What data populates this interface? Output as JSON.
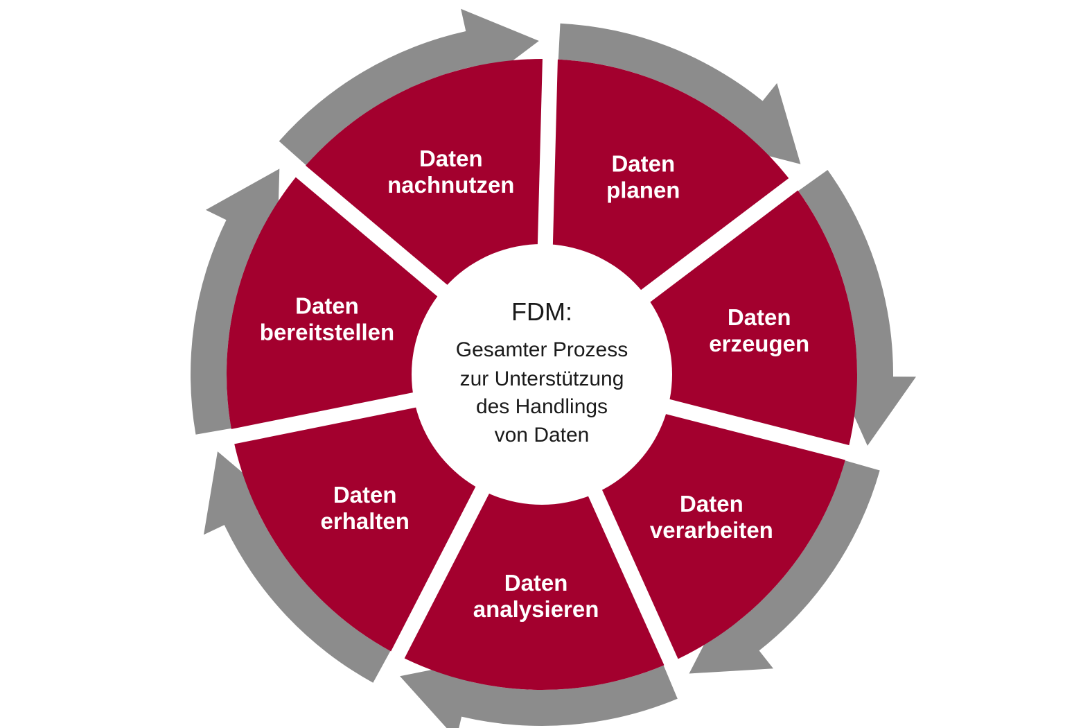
{
  "colors": {
    "segment": "#a3002e",
    "arrow": "#8c8c8c",
    "center_fill": "#ffffff",
    "background": "#ffffff"
  },
  "center": {
    "title": "FDM:",
    "lines": [
      "Gesamter Prozess",
      "zur Unterstützung",
      "des Handlings",
      "von Daten"
    ]
  },
  "segments": [
    {
      "line1": "Daten",
      "line2": "planen"
    },
    {
      "line1": "Daten",
      "line2": "erzeugen"
    },
    {
      "line1": "Daten",
      "line2": "verarbeiten"
    },
    {
      "line1": "Daten",
      "line2": "analysieren"
    },
    {
      "line1": "Daten",
      "line2": "erhalten"
    },
    {
      "line1": "Daten",
      "line2": "bereitstellen"
    },
    {
      "line1": "Daten",
      "line2": "nachnutzen"
    }
  ]
}
